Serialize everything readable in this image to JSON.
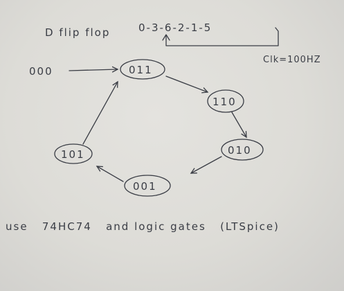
{
  "title": "D flip flop",
  "sequence": "0-3-6-2-1-5",
  "clock": "Clk=100HZ",
  "start_state": "000",
  "states": [
    "011",
    "110",
    "010",
    "001",
    "101"
  ],
  "instructions": "use   74HC74   and logic gates   (LTSpice)"
}
